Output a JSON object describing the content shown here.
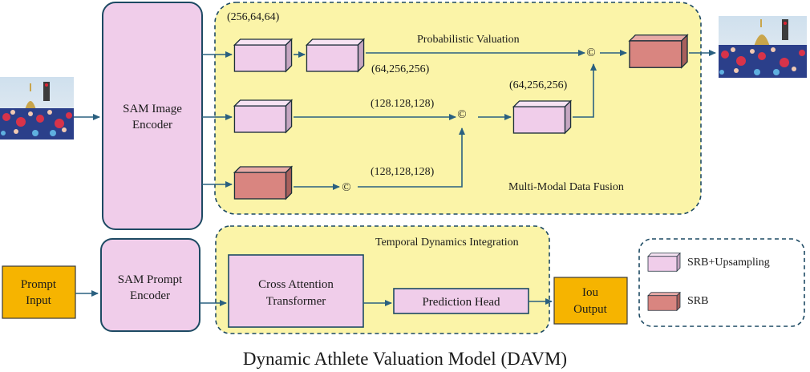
{
  "caption": "Dynamic Athlete Valuation Model (DAVM)",
  "sam_image_encoder": {
    "line1": "SAM Image",
    "line2": "Encoder"
  },
  "sam_prompt_encoder": {
    "line1": "SAM Prompt",
    "line2": "Encoder"
  },
  "prompt_input": {
    "line1": "Prompt",
    "line2": "Input"
  },
  "iou_output": {
    "line1": "Iou",
    "line2": "Output"
  },
  "fusion_panel": {
    "title_top": "Probabilistic Valuation",
    "title_bottom": "Multi-Modal Data Fusion",
    "dims": {
      "d1": "(256,64,64)",
      "d2": "(64,256,256)",
      "d3": "(128.128,128)",
      "d4": "(64,256,256)",
      "d5": "(128,128,128)"
    },
    "concat_symbol": "©"
  },
  "temporal_panel": {
    "title": "Temporal Dynamics Integration",
    "cross_attention": {
      "line1": "Cross Attention",
      "line2": "Transformer"
    },
    "prediction_head": "Prediction Head"
  },
  "legend": {
    "srb_upsampling": "SRB+Upsampling",
    "srb": "SRB"
  },
  "colors": {
    "pink_block": "#f0cdea",
    "red_block": "#d98580",
    "yellow_panel": "#fbf4a8",
    "orange_box": "#f6b400",
    "arrow": "#2a6080",
    "panel_border": "#1d4a63"
  },
  "images": {
    "input": "crowd-photo-input",
    "output": "crowd-photo-output"
  }
}
